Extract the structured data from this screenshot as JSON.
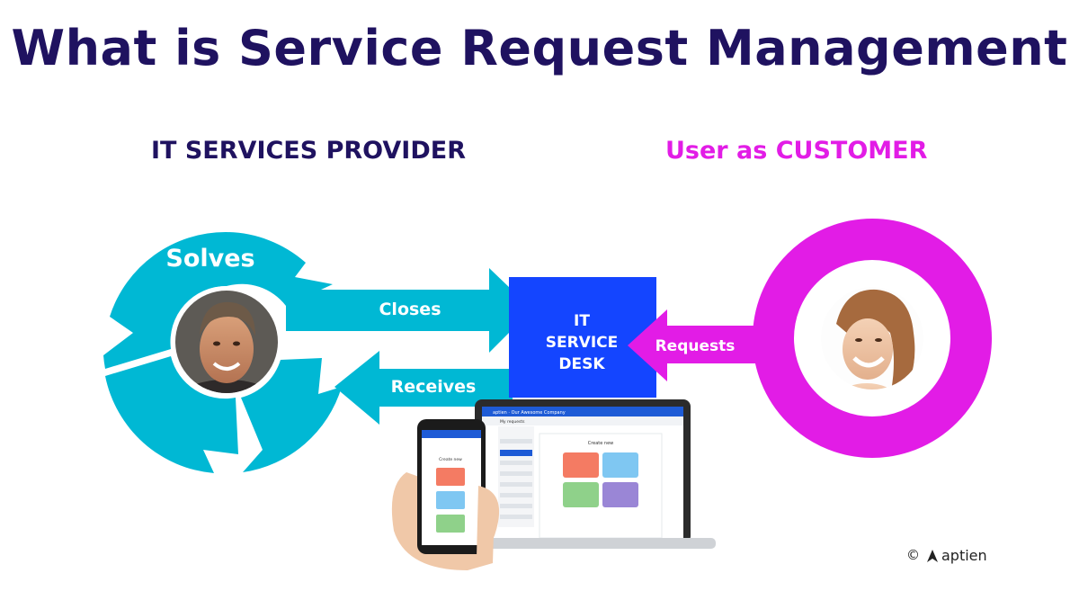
{
  "title": "What is Service Request Management",
  "left_heading": "IT SERVICES PROVIDER",
  "right_heading": "User as CUSTOMER",
  "labels": {
    "solves": "Solves",
    "closes": "Closes",
    "receives": "Receives",
    "requests": "Requests",
    "desk_line1": "IT",
    "desk_line2": "SERVICE",
    "desk_line3": "DESK"
  },
  "app": {
    "laptop_brand": "aptien · Our Awesome Company",
    "laptop_page": "My requests",
    "laptop_heading": "Create new",
    "phone_heading": "Create new"
  },
  "colors": {
    "navy": "#1f1260",
    "cyan": "#00b8d4",
    "magenta": "#e21ce6",
    "blue": "#1445ff"
  },
  "footer": {
    "copyright": "©",
    "brand": "aptien"
  }
}
